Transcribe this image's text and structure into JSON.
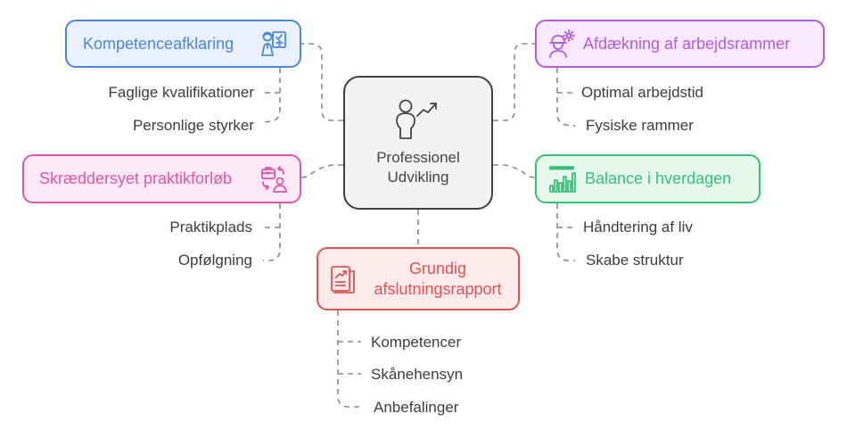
{
  "diagram": {
    "central": {
      "title_line1": "Professionel",
      "title_line2": "Udvikling",
      "icon": "person-growth-icon"
    },
    "branches": [
      {
        "id": "kompetence",
        "label": "Kompetenceafklaring",
        "icon": "teacher-board-icon",
        "color": "#4c86e0",
        "children": [
          "Faglige kvalifikationer",
          "Personlige styrker"
        ]
      },
      {
        "id": "arbejdsrammer",
        "label": "Afdækning af arbejdsrammer",
        "icon": "worker-gear-icon",
        "color": "#b45bde",
        "children": [
          "Optimal arbejdstid",
          "Fysiske rammer"
        ]
      },
      {
        "id": "praktik",
        "label": "Skræddersyet praktikforløb",
        "icon": "briefcase-person-swap-icon",
        "color": "#dc56ab",
        "children": [
          "Praktikplads",
          "Opfølgning"
        ]
      },
      {
        "id": "balance",
        "label": "Balance i hverdagen",
        "icon": "bar-chart-icon",
        "color": "#36c07a",
        "children": [
          "Håndtering af liv",
          "Skabe struktur"
        ]
      },
      {
        "id": "rapport",
        "label": "Grundig afslutningsrapport",
        "icon": "report-chart-icon",
        "color": "#e05252",
        "children": [
          "Kompetencer",
          "Skånehensyn",
          "Anbefalinger"
        ]
      }
    ]
  }
}
